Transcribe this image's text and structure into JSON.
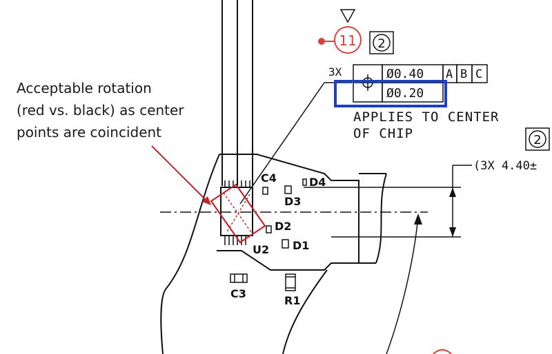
{
  "annotation": {
    "lines": [
      "Acceptable rotation",
      "(red vs. black) as center",
      "points are coincident"
    ]
  },
  "balloon": {
    "number": "11",
    "color": "#d9413b"
  },
  "flag_box": {
    "value": "2"
  },
  "flag_box_right": {
    "value": "2"
  },
  "fcf": {
    "count": "3X",
    "symbol": "⌖",
    "row1": {
      "tolerance": "Ø0.40",
      "datums": [
        "A",
        "B",
        "C"
      ]
    },
    "row2": {
      "tolerance": "Ø0.20"
    },
    "highlight_color": "#1f3fbf"
  },
  "note": {
    "line1": "APPLIES TO CENTER",
    "line2": "OF CHIP"
  },
  "dimension": {
    "text": "(3X 4.40±"
  },
  "components": {
    "c4": "C4",
    "d4": "D4",
    "d3": "D3",
    "d2": "D2",
    "d1": "D1",
    "u2": "U2",
    "c3": "C3",
    "r1": "R1"
  },
  "colors": {
    "red": "#c0272d",
    "black": "#111111",
    "blue": "#1f3fbf"
  }
}
